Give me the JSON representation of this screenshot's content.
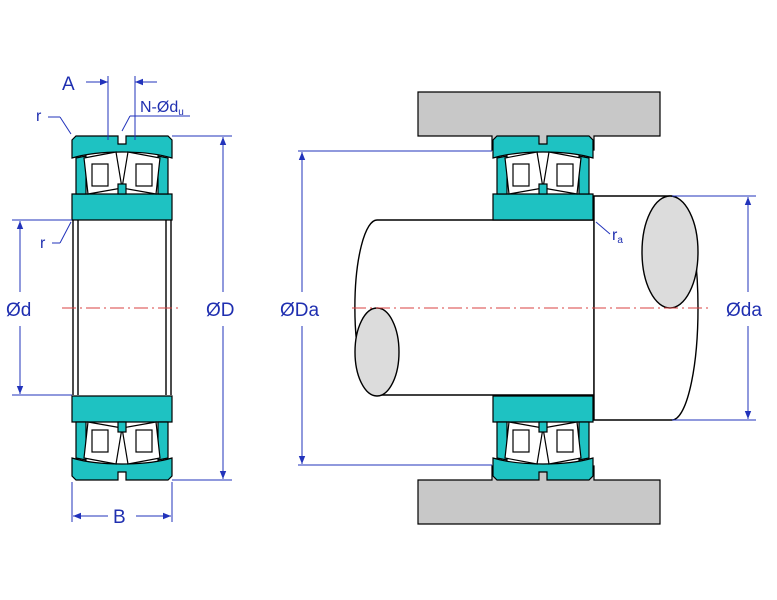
{
  "labels": {
    "A": "A",
    "N_dia_prefix": "N-Ød",
    "N_dia_sub": "u",
    "r_top": "r",
    "r_inner": "r",
    "d": "Ød",
    "D": "ØD",
    "B": "B",
    "Da": "ØDa",
    "da": "Øda",
    "ra_prefix": "r",
    "ra_sub": "a"
  },
  "colors": {
    "bearing_ring": "#1ec2c2",
    "dimension": "#2233bb",
    "centerline": "#d84040",
    "housing": "#c8c8c8"
  }
}
